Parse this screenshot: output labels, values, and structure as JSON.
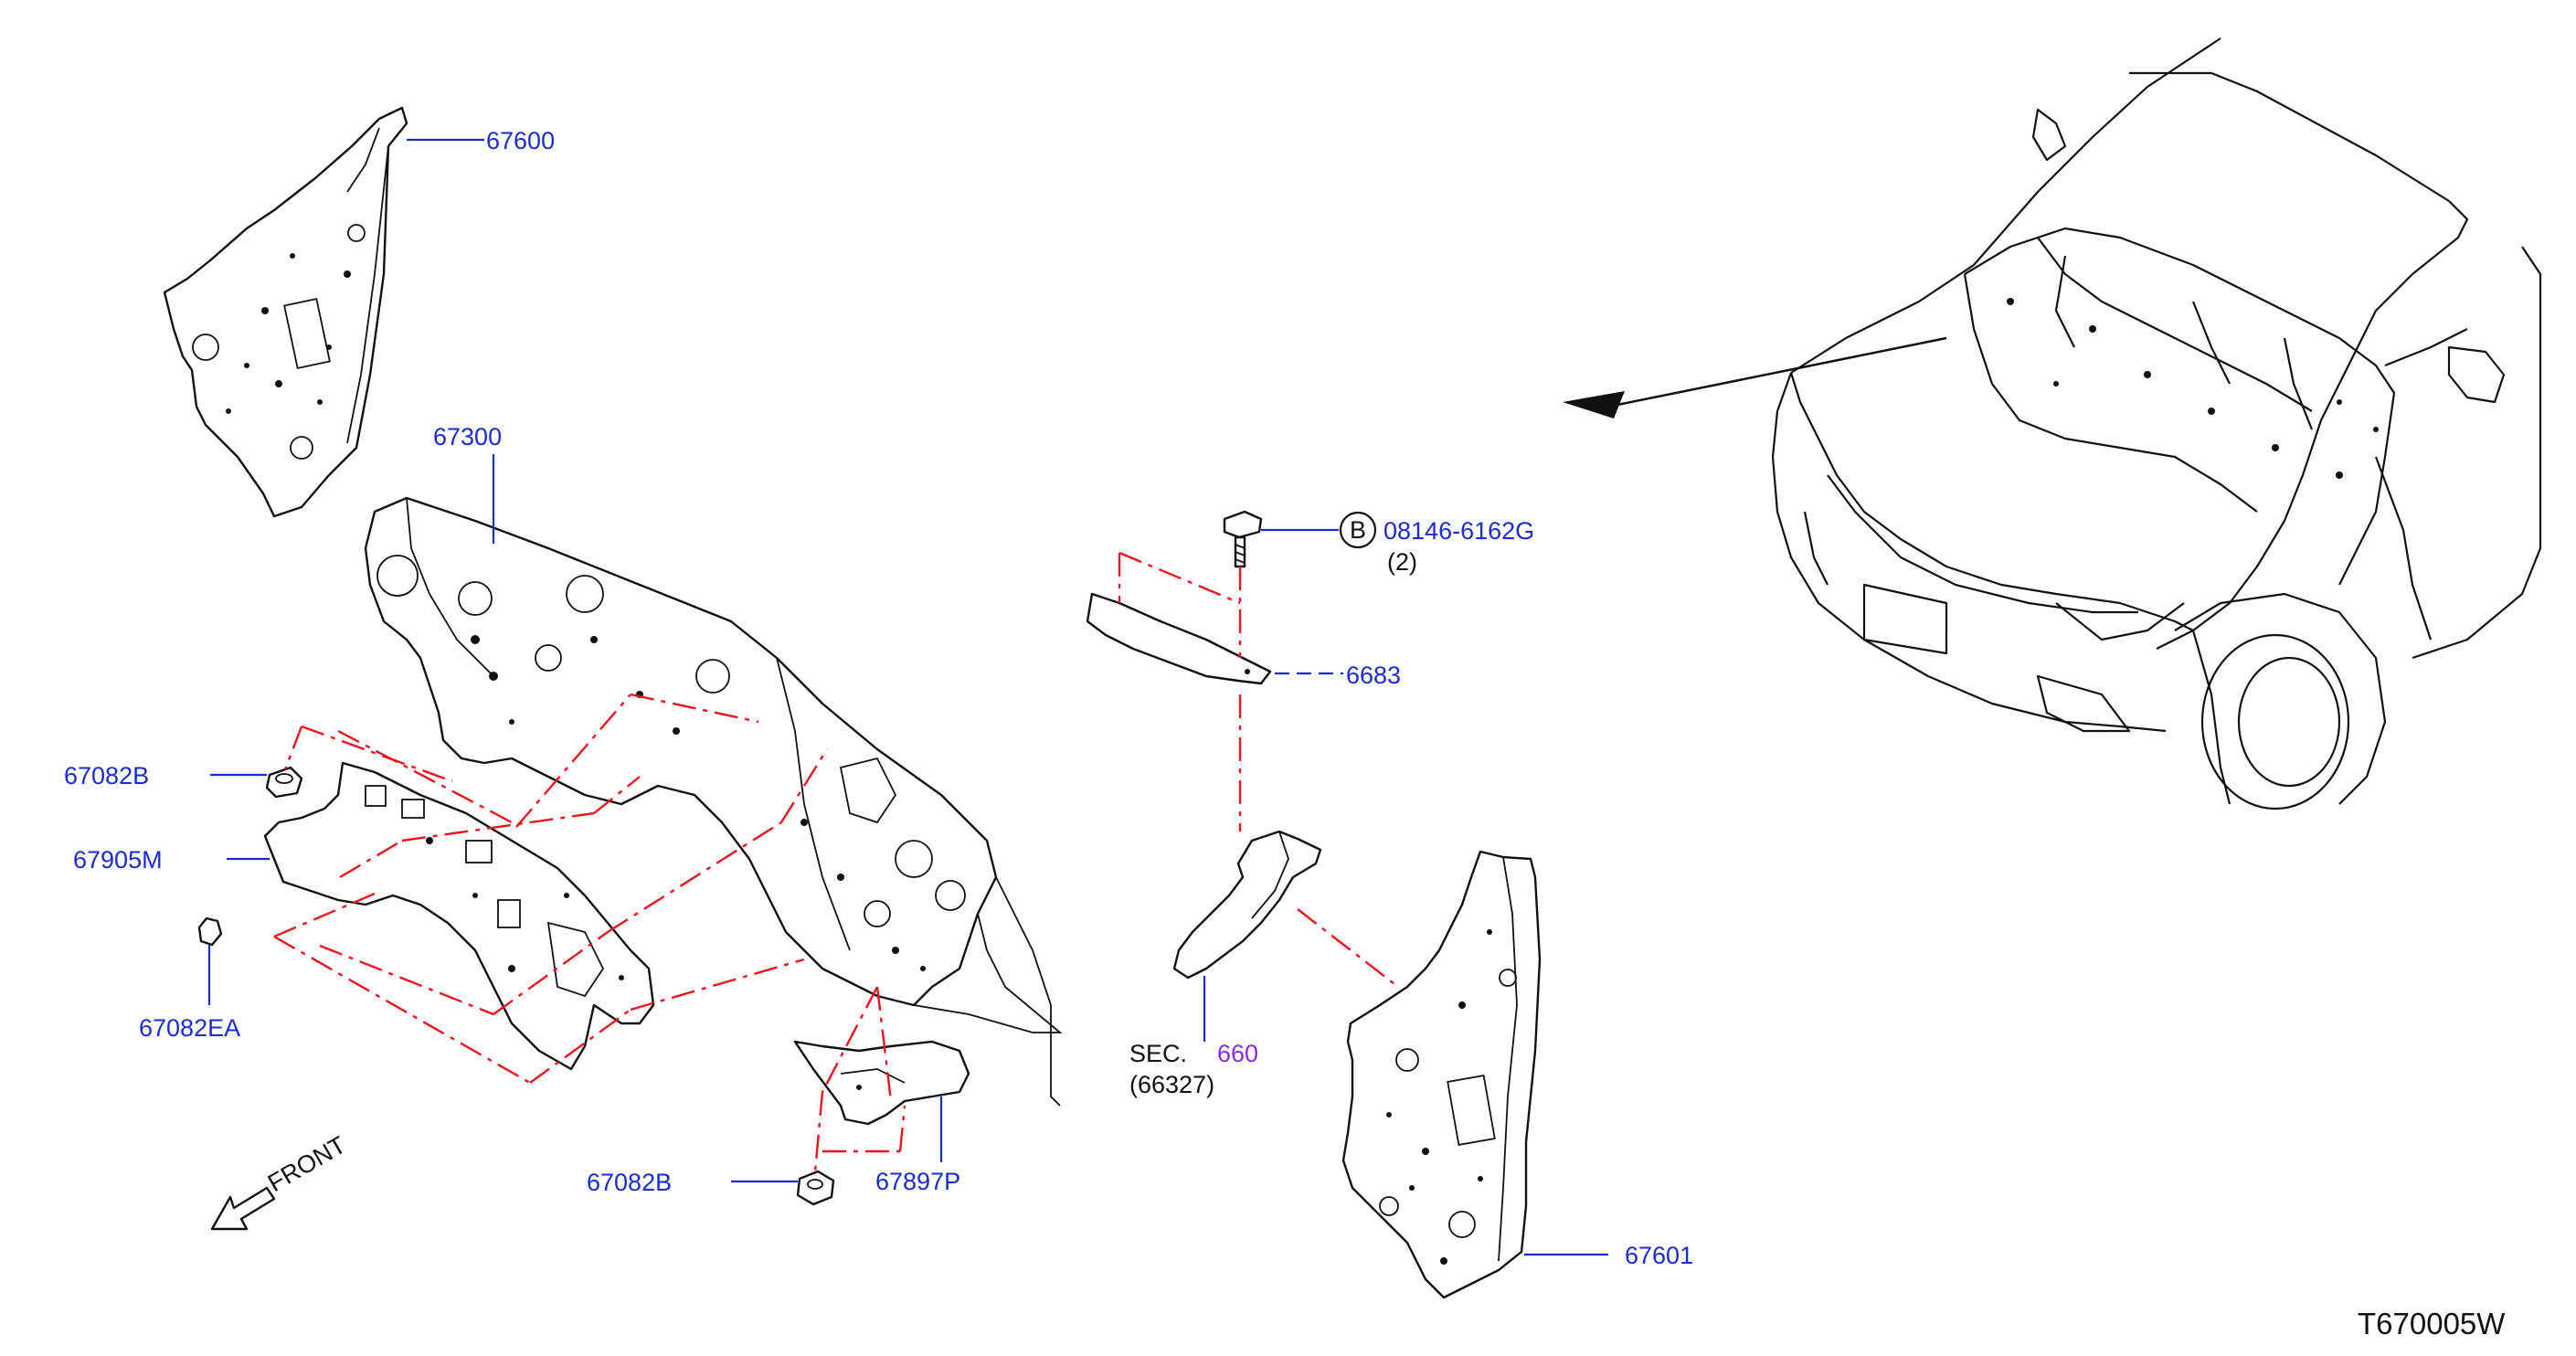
{
  "diagram_id": "T670005W",
  "front_label": "FRONT",
  "labels": {
    "p67600": "67600",
    "p67300": "67300",
    "p67082B_top": "67082B",
    "p67905M": "67905M",
    "p67082EA": "67082EA",
    "p67082B_bottom": "67082B",
    "p67897P": "67897P",
    "p67601": "67601",
    "bolt_part": "08146-6162G",
    "bolt_qty": "(2)",
    "bolt_marker": "B",
    "p6683": "6683",
    "sec_label": "SEC.",
    "sec_number": "660",
    "sec_sub": "(66327)"
  },
  "colors": {
    "label_blue": "#1a2ccf",
    "leader_red": "#e8141e",
    "sec_purple": "#8a2be2",
    "line_black": "#111111"
  }
}
